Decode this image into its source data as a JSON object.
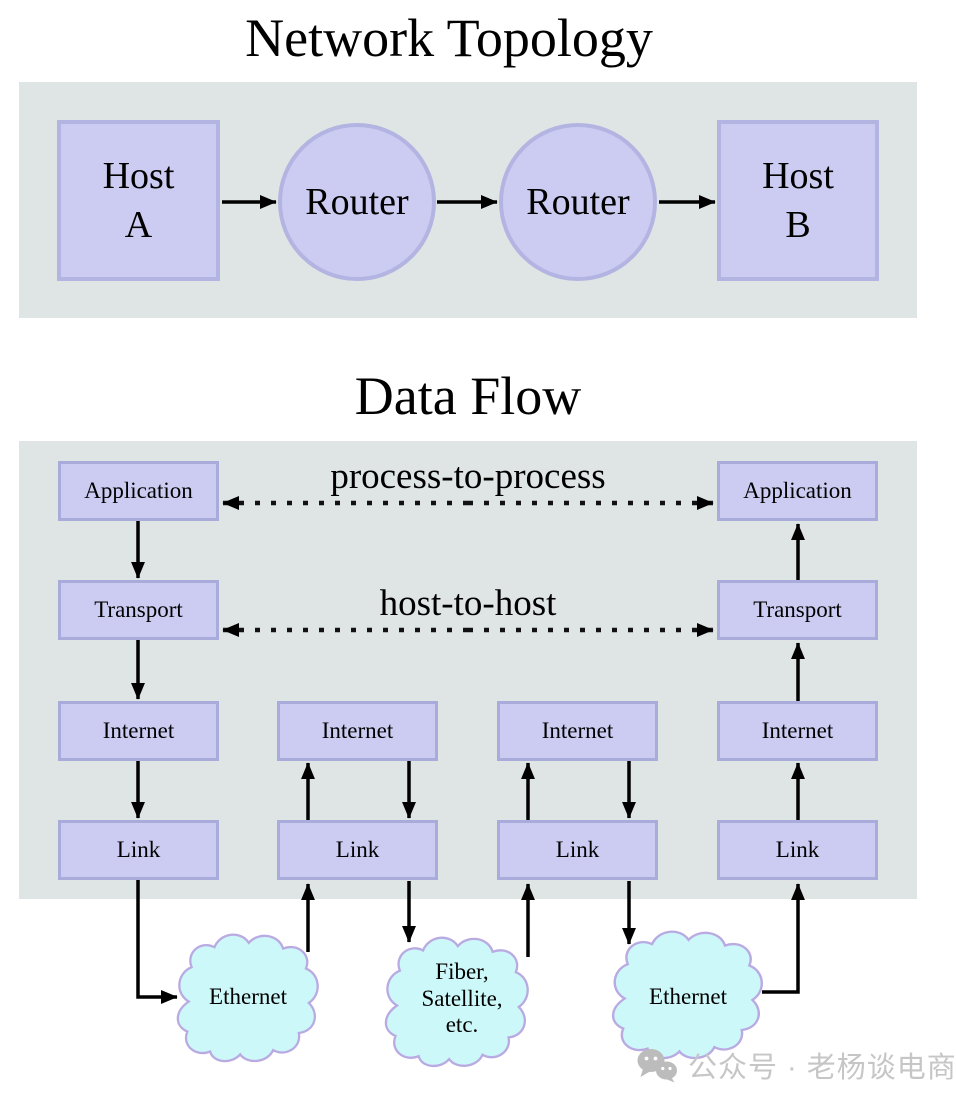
{
  "titles": {
    "topology": "Network Topology",
    "dataflow": "Data Flow"
  },
  "topology": {
    "nodes": {
      "host_a": [
        "Host",
        "A"
      ],
      "router_1": "Router",
      "router_2": "Router",
      "host_b": [
        "Host",
        "B"
      ]
    }
  },
  "dataflow": {
    "dashed_links": {
      "process": "process-to-process",
      "host": "host-to-host"
    },
    "columns": [
      {
        "boxes": [
          "Application",
          "Transport",
          "Internet",
          "Link"
        ]
      },
      {
        "boxes": [
          "Internet",
          "Link"
        ]
      },
      {
        "boxes": [
          "Internet",
          "Link"
        ]
      },
      {
        "boxes": [
          "Application",
          "Transport",
          "Internet",
          "Link"
        ]
      }
    ],
    "clouds": [
      {
        "label": [
          "Ethernet"
        ]
      },
      {
        "label": [
          "Fiber,",
          "Satellite,",
          "etc."
        ]
      },
      {
        "label": [
          "Ethernet"
        ]
      }
    ]
  },
  "watermark": {
    "text": "公众号 · 老杨谈电商"
  },
  "colors": {
    "panel_bg": "#dee5e4",
    "node_fill": "#ccccf2",
    "node_border": "#b3b4e1",
    "stack_border": "#a9abdb",
    "cloud_fill": "#cdf8f9",
    "cloud_border": "#b9aae2",
    "arrow": "#000000",
    "watermark_gray": "#c6c6c6"
  }
}
